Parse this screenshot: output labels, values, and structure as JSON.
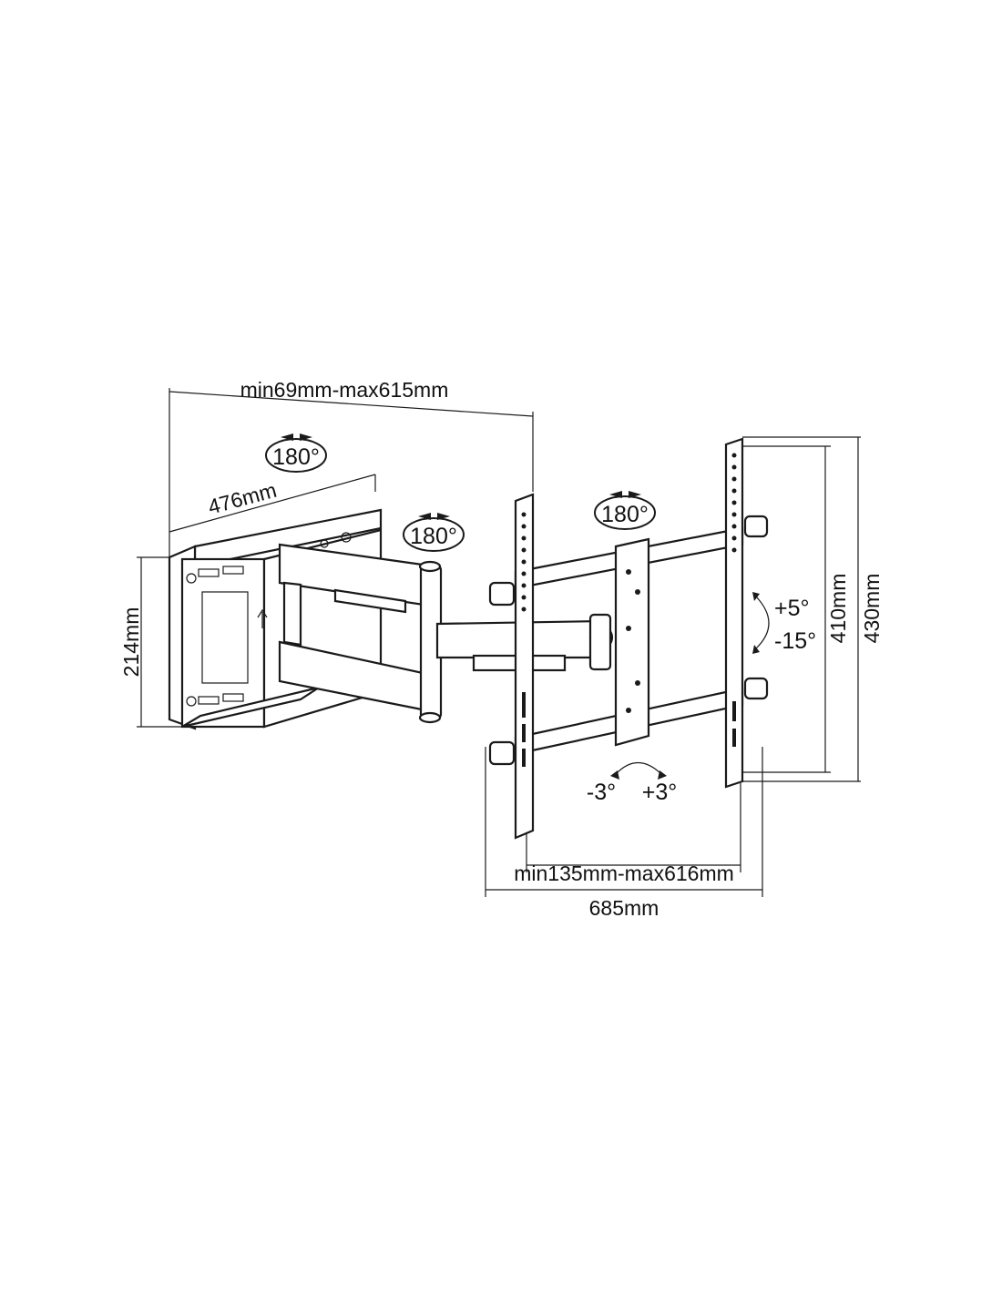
{
  "dimensions": {
    "depth_range": "min69mm-max615mm",
    "arm_length": "476mm",
    "wall_plate_height": "214mm",
    "vesa_horizontal_range": "min135mm-max616mm",
    "overall_width": "685mm",
    "vesa_vertical_max": "410mm",
    "overall_height": "430mm"
  },
  "rotations": {
    "wall_pivot": "180°",
    "arm_pivot": "180°",
    "head_pivot": "180°"
  },
  "tilt": {
    "up": "+5°",
    "down": "-15°"
  },
  "level_adjust": {
    "left": "-3°",
    "right": "+3°"
  }
}
